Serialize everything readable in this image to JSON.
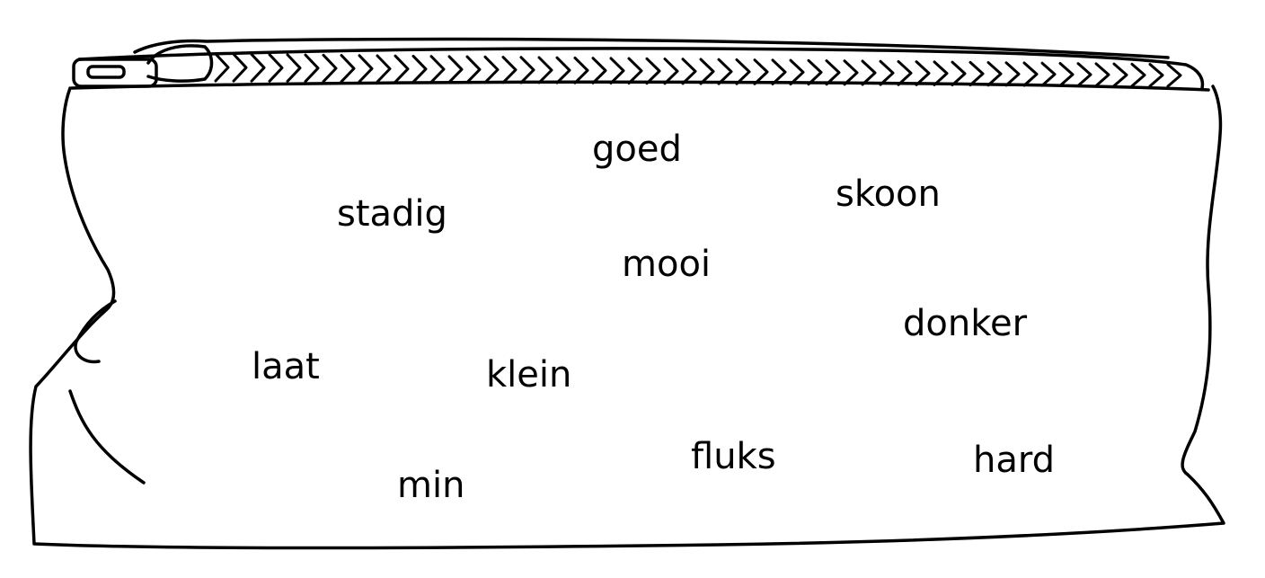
{
  "words": {
    "goed": "goed",
    "skoon": "skoon",
    "stadig": "stadig",
    "mooi": "mooi",
    "donker": "donker",
    "laat": "laat",
    "klein": "klein",
    "fluks": "fluks",
    "hard": "hard",
    "min": "min"
  }
}
